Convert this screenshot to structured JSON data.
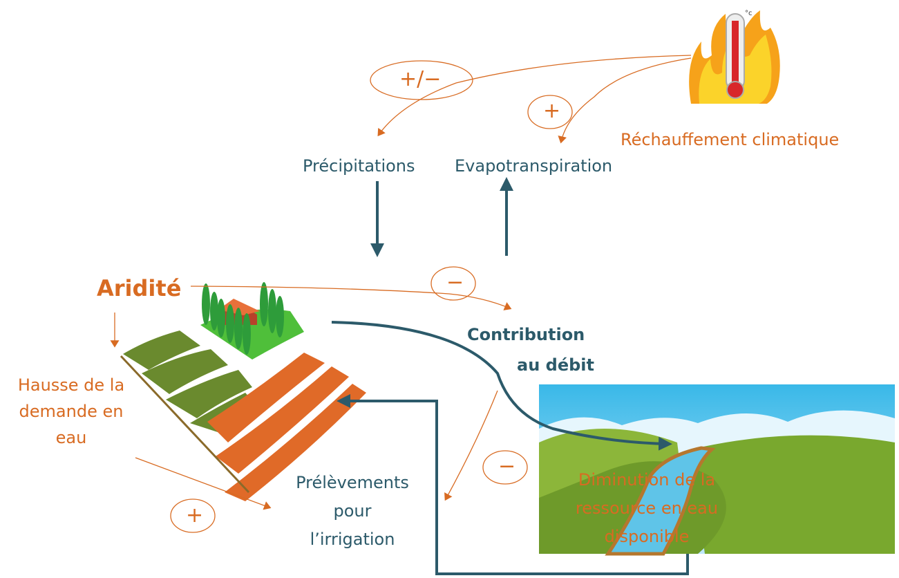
{
  "colors": {
    "teal": "#2c5a6a",
    "orange": "#d86b22",
    "field_green": "#6a8a2e",
    "field_orange": "#e06a28",
    "grass": "#4fbf3a",
    "water": "#5fc4e8"
  },
  "labels": {
    "precipitations": "Précipitations",
    "evapotranspiration": "Evapotranspiration",
    "rechauffement": "Réchauffement climatique",
    "aridite": "Aridité",
    "hausse_demande": [
      "Hausse de la",
      "demande en",
      "eau"
    ],
    "contribution": [
      "Contribution",
      "au débit"
    ],
    "prelevements": [
      "Prélèvements",
      "pour",
      "l’irrigation"
    ],
    "diminution": [
      "Diminution de la",
      "ressource en eau",
      "disponible"
    ]
  },
  "signs": {
    "plus_minus": "+/−",
    "plus_top": "+",
    "minus_mid": "−",
    "minus_lower": "−",
    "plus_bottom": "+"
  },
  "thermometer_unit": "°c"
}
